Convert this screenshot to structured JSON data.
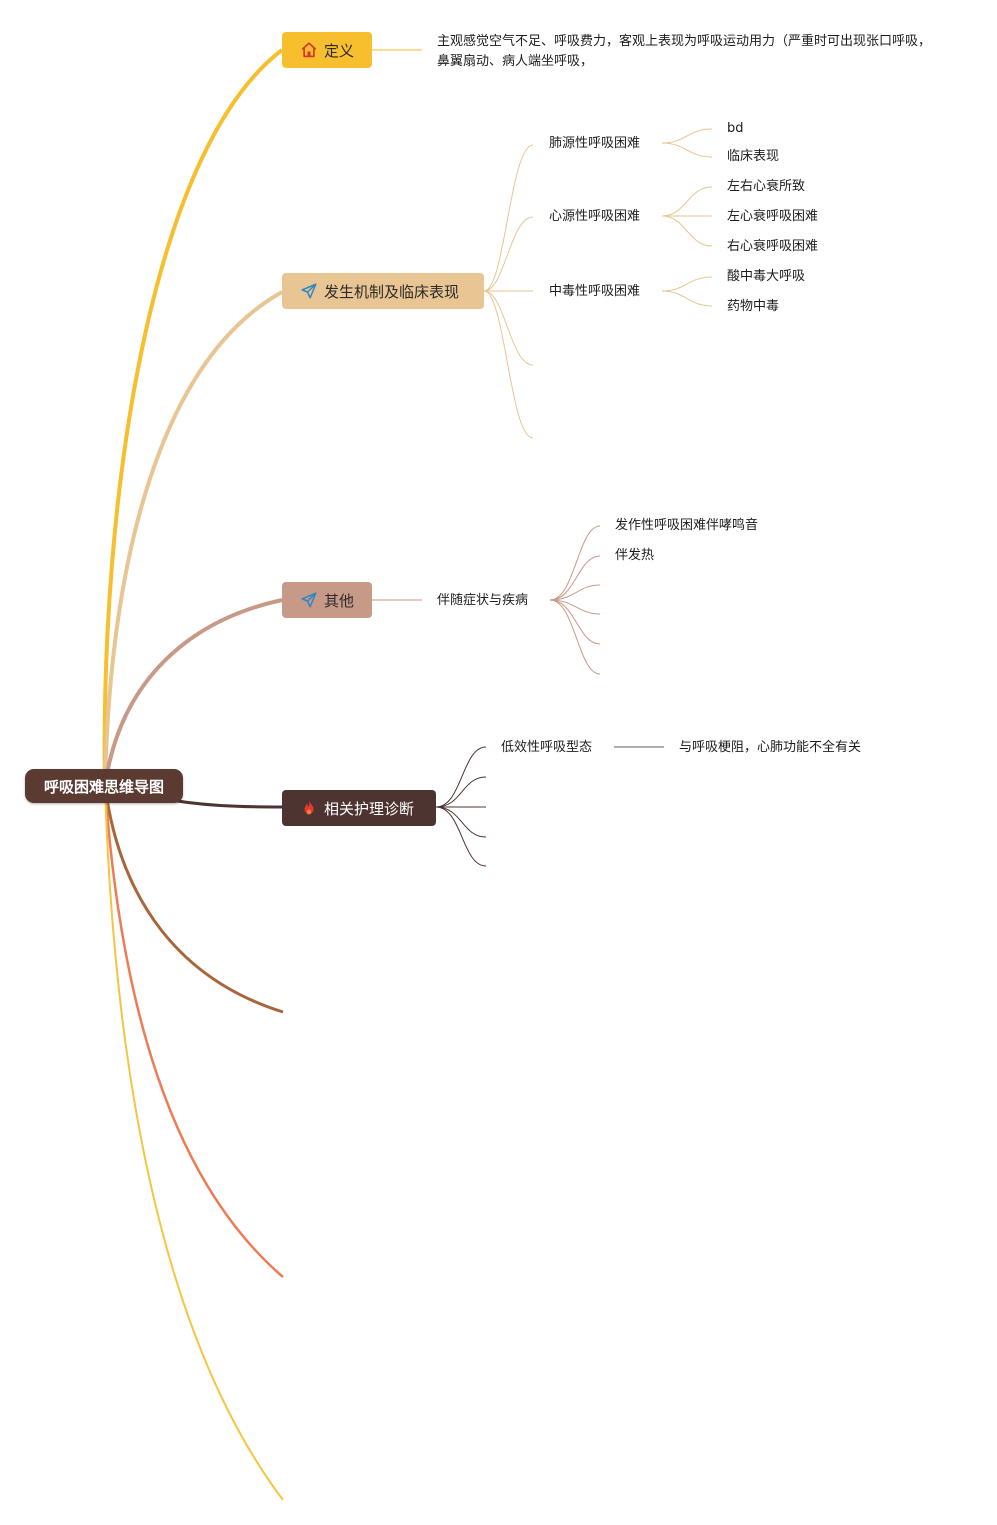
{
  "root": {
    "label": "呼吸困难思维导图"
  },
  "branches": {
    "definition": {
      "label": "定义",
      "icon": "home-icon",
      "color": "#f7be2d",
      "text": "主观感觉空气不足、呼吸费力，客观上表现为呼吸运动用力（严重时可出现张口呼吸，鼻翼扇动、病人端坐呼吸，"
    },
    "mechanism": {
      "label": "发生机制及临床表现",
      "icon": "paper-plane-icon",
      "color": "#e8c592",
      "children": [
        {
          "label": "肺源性呼吸困难",
          "children": [
            "bd",
            "临床表现"
          ]
        },
        {
          "label": "心源性呼吸困难",
          "children": [
            "左右心衰所致",
            "左心衰呼吸困难",
            "右心衰呼吸困难"
          ]
        },
        {
          "label": "中毒性呼吸困难",
          "children": [
            "酸中毒大呼吸",
            "药物中毒"
          ]
        }
      ]
    },
    "other": {
      "label": "其他",
      "icon": "paper-plane-icon",
      "color": "#c79a88",
      "children": [
        {
          "label": "伴随症状与疾病",
          "children": [
            "发作性呼吸困难伴哮鸣音",
            "伴发热"
          ]
        }
      ]
    },
    "nursing": {
      "label": "相关护理诊断",
      "icon": "fire-icon",
      "color": "#4d3431",
      "children": [
        {
          "label": "低效性呼吸型态",
          "children": [
            "与呼吸梗阻，心肺功能不全有关"
          ]
        }
      ]
    }
  },
  "colors": {
    "root": "#5b3a32",
    "empty_branch_1": "#a8663a",
    "empty_branch_2": "#ee7b55",
    "empty_branch_3": "#f5c542"
  }
}
